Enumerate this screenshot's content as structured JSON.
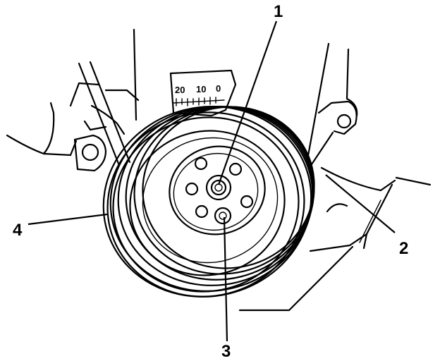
{
  "callouts": {
    "c1": "1",
    "c2": "2",
    "c3": "3",
    "c4": "4"
  },
  "timing_scale": {
    "mark_20": "20",
    "mark_10": "10",
    "mark_0": "0"
  }
}
